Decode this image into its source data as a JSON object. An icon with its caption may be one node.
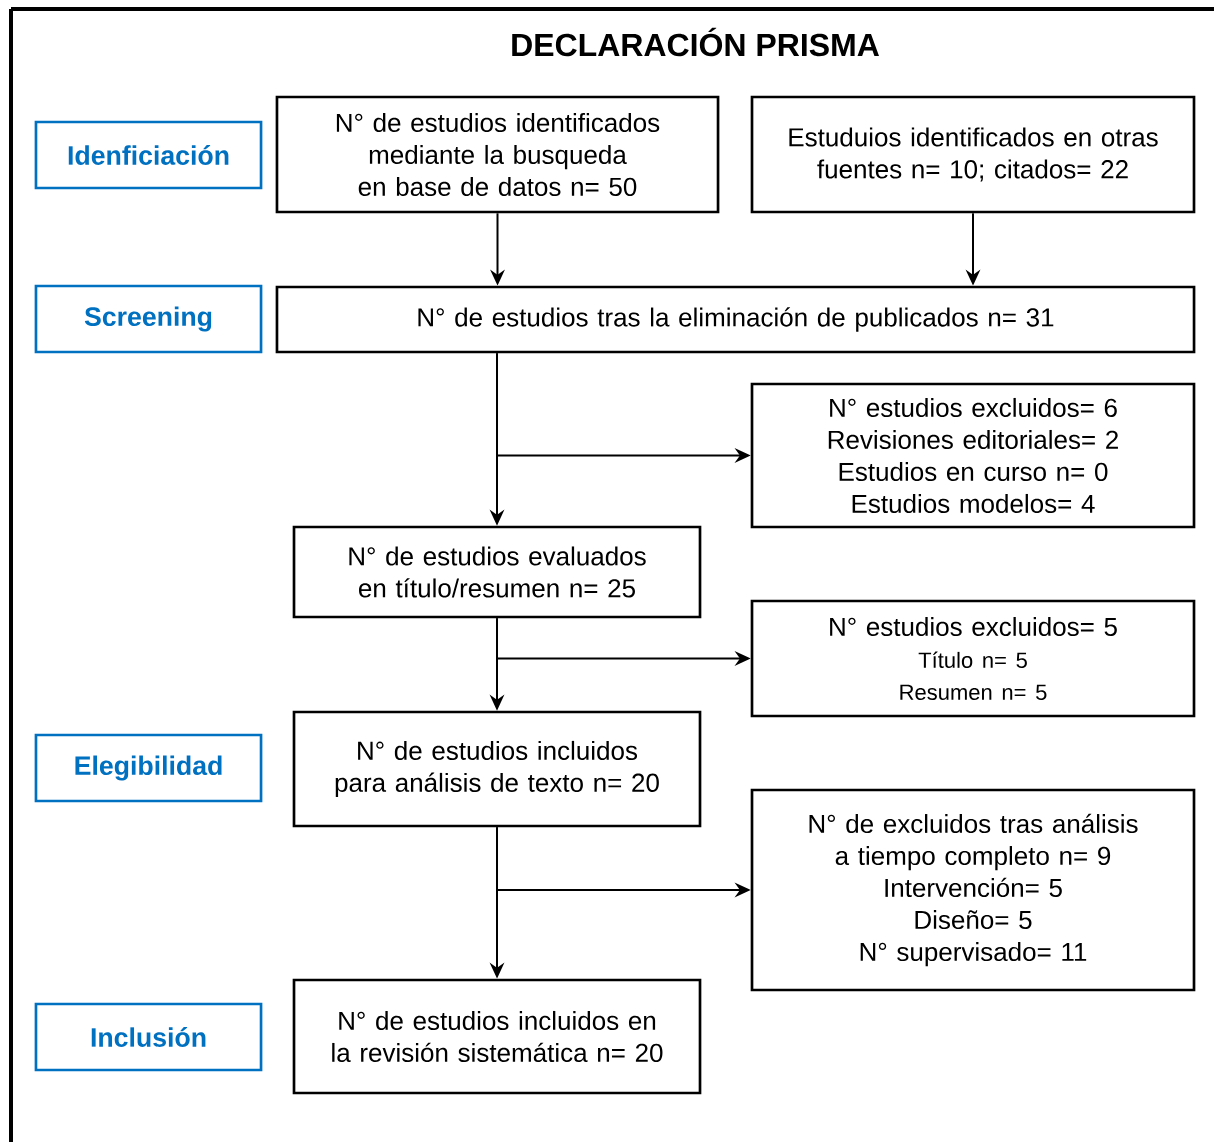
{
  "diagram": {
    "title": "DECLARACIÓN PRISMA",
    "nodes": [
      {
        "text": [
          "Idenficiación"
        ]
      },
      {
        "text": [
          "N° de estudios identificados mediante la busqueda en base de datos n= 50"
        ]
      },
      {
        "text": [
          "Estuduios identificados en otras fuentes   n=  10;  citados= 22"
        ]
      },
      {
        "text": [
          "Screening"
        ]
      },
      {
        "text": [
          "N° de estudios tras la eliminación de publicados n= 31"
        ]
      },
      {
        "text": [
          "N° estudios excluidos= 6",
          "Revisiones editoriales= 2",
          "Estudios en curso n= 0",
          "Estudios modelos= 4"
        ]
      },
      {
        "text": [
          "N° de estudios evaluados en título/resumen n= 25"
        ]
      },
      {
        "text": [
          "N° estudios excluidos= 5",
          "Título n= 5",
          "Resumen n= 5"
        ]
      },
      {
        "text": [
          "Elegibilidad"
        ]
      },
      {
        "text": [
          "N° de estudios incluidos para análisis de texto n= 20"
        ]
      },
      {
        "text": [
          "N° de excluidos tras análisis a tiempo completo n= 9",
          "Intervención= 5",
          "Diseño= 5",
          "N° supervisado= 11"
        ]
      },
      {
        "text": [
          "Inclusión"
        ]
      },
      {
        "text": [
          "N° de estudios incluidos en la revisión sistemática n= 20"
        ]
      }
    ],
    "edges": [
      {
        "from": 1,
        "to": 4,
        "arrow": "to"
      },
      {
        "from": 2,
        "to": 4,
        "arrow": "to"
      },
      {
        "from": 4,
        "to": 6,
        "arrow": "to"
      },
      {
        "from": 4,
        "to": 5,
        "arrow": "to"
      },
      {
        "from": 6,
        "to": 9,
        "arrow": "to"
      },
      {
        "from": 6,
        "to": 7,
        "arrow": "to"
      },
      {
        "from": 9,
        "to": 12,
        "arrow": "to"
      },
      {
        "from": 9,
        "to": 10,
        "arrow": "to"
      }
    ]
  }
}
